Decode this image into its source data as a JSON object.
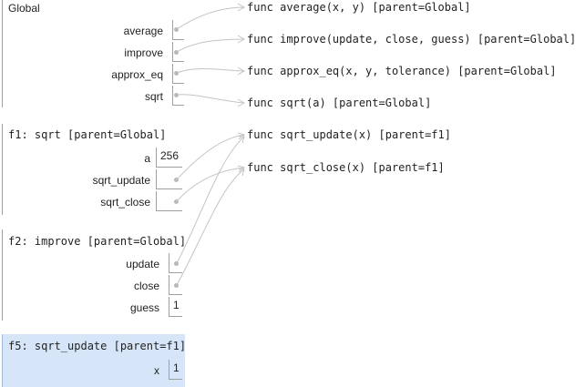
{
  "frames": [
    {
      "title": "Global",
      "active": false,
      "vars": [
        {
          "name": "average",
          "pointer": true
        },
        {
          "name": "improve",
          "pointer": true
        },
        {
          "name": "approx_eq",
          "pointer": true
        },
        {
          "name": "sqrt",
          "pointer": true
        }
      ]
    },
    {
      "title": "f1: sqrt [parent=Global]",
      "active": false,
      "vars": [
        {
          "name": "a",
          "value": "256"
        },
        {
          "name": "sqrt_update",
          "pointer": true
        },
        {
          "name": "sqrt_close",
          "pointer": true
        }
      ]
    },
    {
      "title": "f2: improve [parent=Global]",
      "active": false,
      "vars": [
        {
          "name": "update",
          "pointer": true
        },
        {
          "name": "close",
          "pointer": true
        },
        {
          "name": "guess",
          "value": "1"
        }
      ]
    },
    {
      "title": "f5: sqrt_update [parent=f1]",
      "active": true,
      "vars": [
        {
          "name": "x",
          "value": "1"
        }
      ]
    }
  ],
  "functions": [
    "func average(x, y) [parent=Global]",
    "func improve(update, close, guess) [parent=Global]",
    "func approx_eq(x, y, tolerance) [parent=Global]",
    "func sqrt(a) [parent=Global]",
    "func sqrt_update(x) [parent=f1]",
    "func sqrt_close(x) [parent=f1]"
  ],
  "colors": {
    "frame_border": "#a0a0a0",
    "active_frame_bg": "#d6e6f8",
    "pointer_arrow": "#c4c4c4"
  }
}
